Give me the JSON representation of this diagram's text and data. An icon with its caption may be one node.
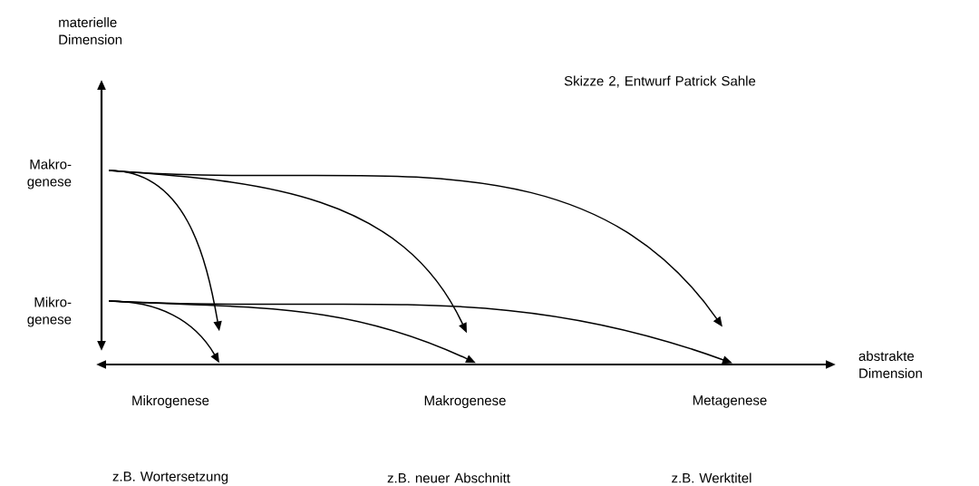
{
  "diagram": {
    "nodes": [
      {
        "text": [
          "Makro- genese"
        ]
      },
      {
        "text": [
          "Mikro- genese"
        ]
      },
      {
        "text": [
          "Mikrogenese"
        ]
      },
      {
        "text": [
          "Makrogenese"
        ]
      },
      {
        "text": [
          "Metagenese"
        ]
      }
    ],
    "edges": [
      {
        "from": 0,
        "to": 2,
        "arrow": "to"
      },
      {
        "from": 0,
        "to": 3,
        "arrow": "to"
      },
      {
        "from": 0,
        "to": 4,
        "arrow": "to"
      },
      {
        "from": 1,
        "to": 2,
        "arrow": "to"
      },
      {
        "from": 1,
        "to": 3,
        "arrow": "to"
      },
      {
        "from": 1,
        "to": 4,
        "arrow": "to"
      }
    ],
    "labels": [
      "materielle Dimension",
      "Skizze 2, Entwurf Patrick Sahle",
      "abstrakte Dimension",
      "z.B. Wortersetzung",
      "z.B. neuer Abschnitt",
      "z.B. Werktitel"
    ]
  }
}
